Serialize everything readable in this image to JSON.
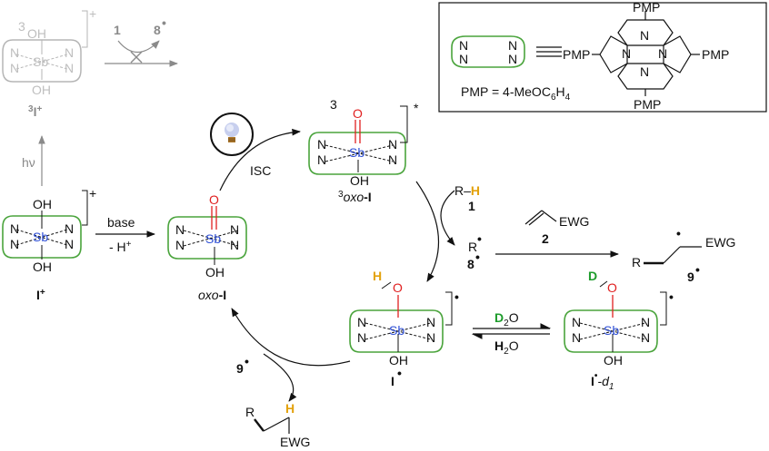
{
  "colors": {
    "porphyrin_arc": "#4aa43c",
    "antimony": "#2e4fd6",
    "oxygen": "#e02020",
    "hydrogen": "#e3a20d",
    "deuterium": "#1e9c2c",
    "ink": "#111111",
    "faded": "#8a8a8a"
  },
  "atoms": {
    "sb": "Sb",
    "n": "N",
    "o": "O",
    "oh": "OH",
    "h": "H",
    "d": "D",
    "r": "R",
    "ewg": "EWG",
    "pmp": "PMP"
  },
  "legend": {
    "pmp_definition_prefix": "PMP = 4-MeOC",
    "pmp_sub_6": "6",
    "pmp_h": "H",
    "pmp_sub_4": "4"
  },
  "triplet_species": {
    "superscript_3": "3",
    "oh": "OH",
    "charge": "+",
    "label_prefix_3": "3",
    "label_main": "I",
    "label_charge": "+",
    "reactant_1": "1",
    "product_8": "8",
    "radical_dot": "•"
  },
  "hv_label": "hν",
  "start": {
    "label": "I",
    "label_charge": "+",
    "charge": "+"
  },
  "base_arrow": {
    "top": "base",
    "bottom": "- H",
    "bottom_sup": "+"
  },
  "oxo": {
    "label_italic": "oxo",
    "label_rest": "-I"
  },
  "isc_label": "ISC",
  "excited": {
    "superscript": "3",
    "star": "*",
    "label_sup": "3",
    "label_italic": "oxo",
    "label_rest": "-I"
  },
  "rh": {
    "r": "R",
    "dash": "–",
    "h": "H",
    "number": "1"
  },
  "r_radical": {
    "r": "R",
    "number": "8"
  },
  "alkene": {
    "ewg": "EWG",
    "number": "2"
  },
  "adduct_radical": {
    "r": "R",
    "ewg": "EWG",
    "number": "9"
  },
  "hydroxyl_radical": {
    "label": "I"
  },
  "exchange": {
    "d": "D",
    "sub2": "2",
    "o": "O",
    "h": "H"
  },
  "deuterated": {
    "label_main": "I",
    "label_rest": "-d",
    "label_sub": "1"
  },
  "return_path": {
    "reagent_9": "9"
  },
  "final_product": {
    "r": "R",
    "h": "H",
    "ewg": "EWG"
  }
}
